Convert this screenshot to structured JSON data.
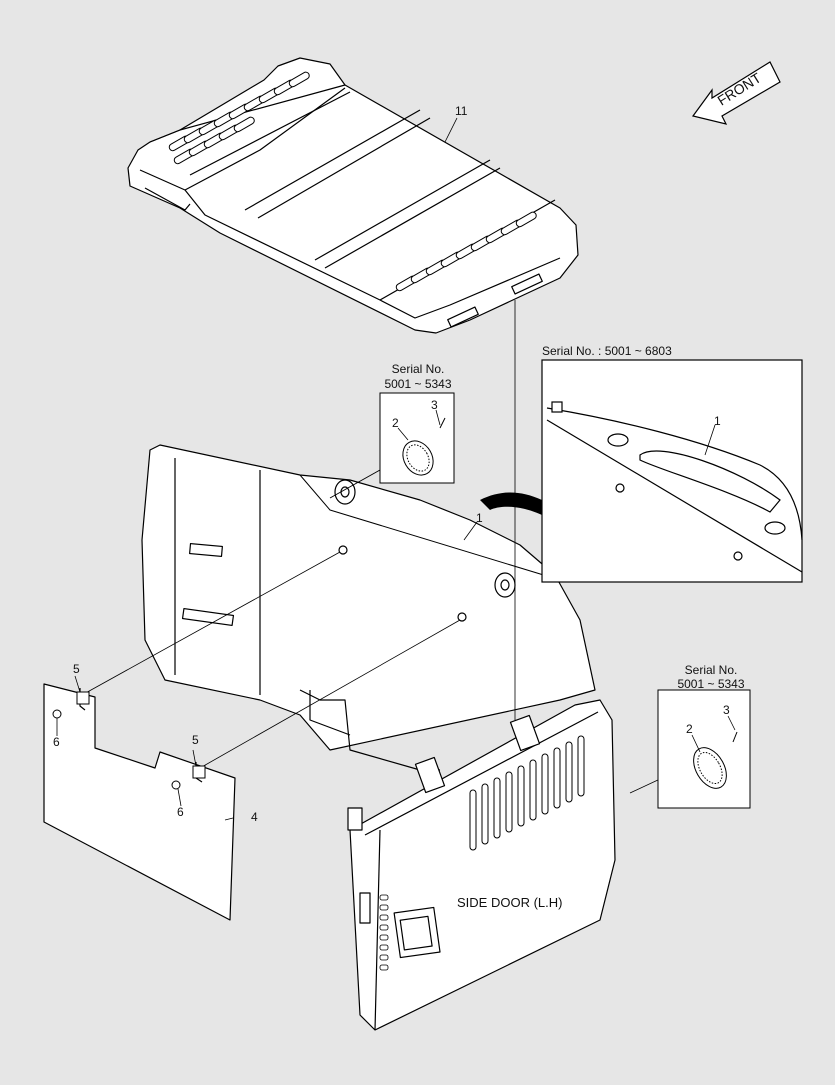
{
  "front_arrow": {
    "label": "FRONT"
  },
  "callouts": {
    "c11": "11",
    "c1_main": "1",
    "c1_detail": "1",
    "c2_top": "2",
    "c3_top": "3",
    "c2_right": "2",
    "c3_right": "3",
    "c4": "4",
    "c5_a": "5",
    "c5_b": "5",
    "c6_a": "6",
    "c6_b": "6"
  },
  "serial_notes": {
    "top_line1": "Serial No.",
    "top_line2": "5001 ~ 5343",
    "right_line1": "Serial No.",
    "right_line2": "5001 ~ 5343",
    "detail_title": "Serial No. : 5001 ~ 6803"
  },
  "side_door_label": "SIDE DOOR (L.H)",
  "colors": {
    "background": "#e6e6e6",
    "line": "#000000",
    "panel": "#ffffff"
  }
}
